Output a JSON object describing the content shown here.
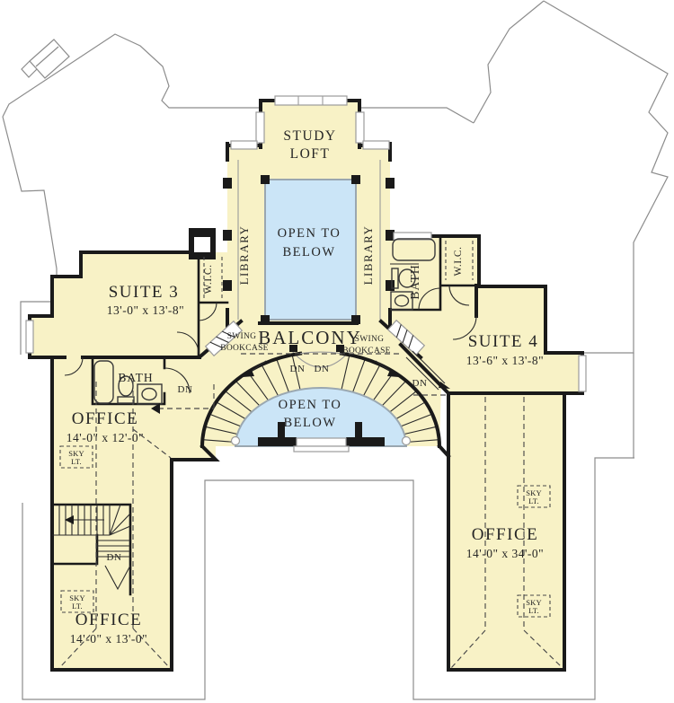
{
  "plan": {
    "colors": {
      "floor": "#f8f2c6",
      "open_to_below": "#cbe5f7",
      "wall": "#1a1a1a",
      "roofline": "#8c8c8c",
      "text": "#262626"
    },
    "rooms": {
      "study_loft": {
        "line1": "STUDY",
        "line2": "LOFT"
      },
      "open_to_below": {
        "line1": "OPEN TO",
        "line2": "BELOW"
      },
      "library": "LIBRARY",
      "balcony": "BALCONY",
      "wic": "W.I.C.",
      "bath": "BATH",
      "suite3": {
        "name": "SUITE 3",
        "dims": "13'-0\" x 13'-8\""
      },
      "suite4": {
        "name": "SUITE 4",
        "dims": "13'-6\" x 13'-8\""
      },
      "office_upper_left": {
        "name": "OFFICE",
        "dims": "14'-0\" x 12'-0\""
      },
      "office_lower_left": {
        "name": "OFFICE",
        "dims": "14'-0\" x 13'-0\""
      },
      "office_right": {
        "name": "OFFICE",
        "dims": "14'-0\" x 34'-0\""
      }
    },
    "annotations": {
      "down": "DN",
      "swing_bookcase": {
        "line1": "SWING",
        "line2": "BOOKCASE"
      },
      "skylight": {
        "line1": "SKY",
        "line2": "LT."
      }
    }
  }
}
